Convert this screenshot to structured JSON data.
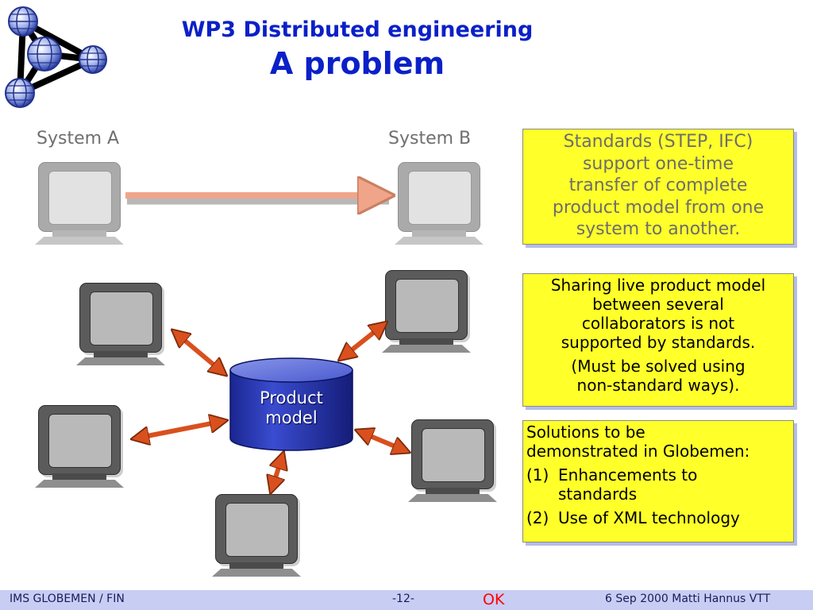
{
  "title": {
    "line1": "WP3 Distributed engineering",
    "line2": "A problem"
  },
  "diagram": {
    "system_a_label": "System A",
    "system_b_label": "System B",
    "central_label_line1": "Product",
    "central_label_line2": "model",
    "colors": {
      "title": "#0b20c8",
      "cylinder": "#2233a8",
      "arrow": "#d9501e",
      "light_arrow": "#f0a58a",
      "note_box": "#ffff2a"
    }
  },
  "notes": {
    "box1": [
      "Standards (STEP, IFC)",
      "support one-time",
      "transfer of complete",
      "product model from one",
      "system to another."
    ],
    "box2": {
      "para1": [
        "Sharing live product model",
        "between several",
        "collaborators is not",
        "supported by standards."
      ],
      "para2": [
        "(Must be solved using",
        "non-standard ways)."
      ]
    },
    "box3": {
      "intro": [
        "Solutions to be",
        "demonstrated in Globemen:"
      ],
      "items": [
        {
          "num": "(1)",
          "lines": [
            "Enhancements to",
            "standards"
          ]
        },
        {
          "num": "(2)",
          "lines": [
            "Use of XML technology"
          ]
        }
      ]
    }
  },
  "footer": {
    "left": "IMS GLOBEMEN / FIN",
    "page": "-12-",
    "status": "OK",
    "right": "6 Sep 2000  Matti Hannus VTT"
  },
  "logo": {
    "icon": "globe-network-icon"
  }
}
